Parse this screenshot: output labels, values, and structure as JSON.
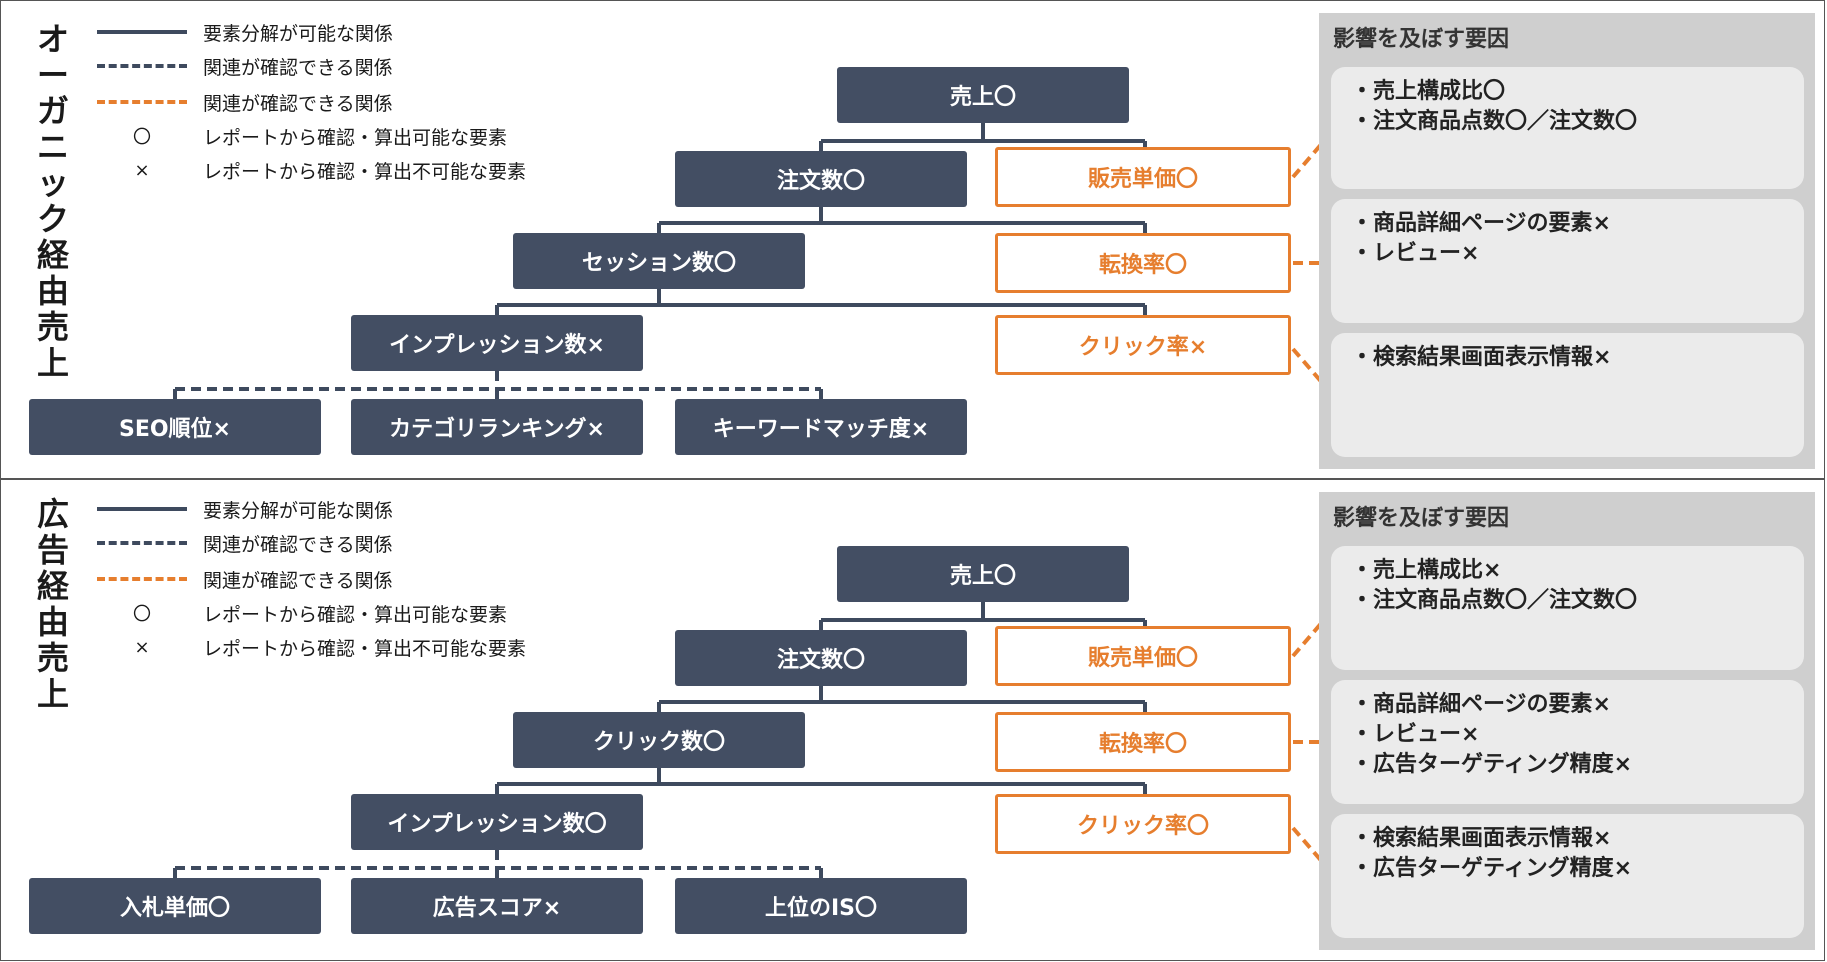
{
  "legend": [
    {
      "style": "solid",
      "symbol": "",
      "text": "要素分解が可能な関係"
    },
    {
      "style": "dash",
      "symbol": "",
      "text": "関連が確認できる関係"
    },
    {
      "style": "odash",
      "symbol": "",
      "text": "関連が確認できる関係"
    },
    {
      "style": "symbol",
      "symbol": "〇",
      "text": "レポートから確認・算出可能な要素"
    },
    {
      "style": "symbol",
      "symbol": "×",
      "text": "レポートから確認・算出不可能な要素"
    }
  ],
  "colors": {
    "node_dark": "#434e63",
    "accent_orange": "#e67e2e",
    "factors_bg": "#cfcfcf",
    "card_bg": "#ebebeb"
  },
  "organic": {
    "title": "オーガニック経由売上",
    "nodes": {
      "sales": "売上〇",
      "orders": "注文数〇",
      "unit_price": "販売単価〇",
      "sessions": "セッション数〇",
      "conversion": "転換率〇",
      "impressions": "インプレッション数×",
      "ctr": "クリック率×",
      "seo_rank": "SEO順位×",
      "category_rank": "カテゴリランキング×",
      "keyword_match": "キーワードマッチ度×"
    },
    "factors": {
      "title": "影響を及ぼす要因",
      "cards": [
        [
          "・売上構成比〇",
          "・注文商品点数〇／注文数〇"
        ],
        [
          "・商品詳細ページの要素×",
          "・レビュー×"
        ],
        [
          "・検索結果画面表示情報×"
        ]
      ]
    }
  },
  "ads": {
    "title": "広告経由売上",
    "nodes": {
      "sales": "売上〇",
      "orders": "注文数〇",
      "unit_price": "販売単価〇",
      "clicks": "クリック数〇",
      "conversion": "転換率〇",
      "impressions": "インプレッション数〇",
      "ctr": "クリック率〇",
      "bid_price": "入札単価〇",
      "ad_score": "広告スコア×",
      "top_is": "上位のIS〇"
    },
    "factors": {
      "title": "影響を及ぼす要因",
      "cards": [
        [
          "・売上構成比×",
          "・注文商品点数〇／注文数〇"
        ],
        [
          "・商品詳細ページの要素×",
          "・レビュー×",
          "・広告ターゲティング精度×"
        ],
        [
          "・検索結果画面表示情報×",
          "・広告ターゲティング精度×"
        ]
      ]
    }
  }
}
